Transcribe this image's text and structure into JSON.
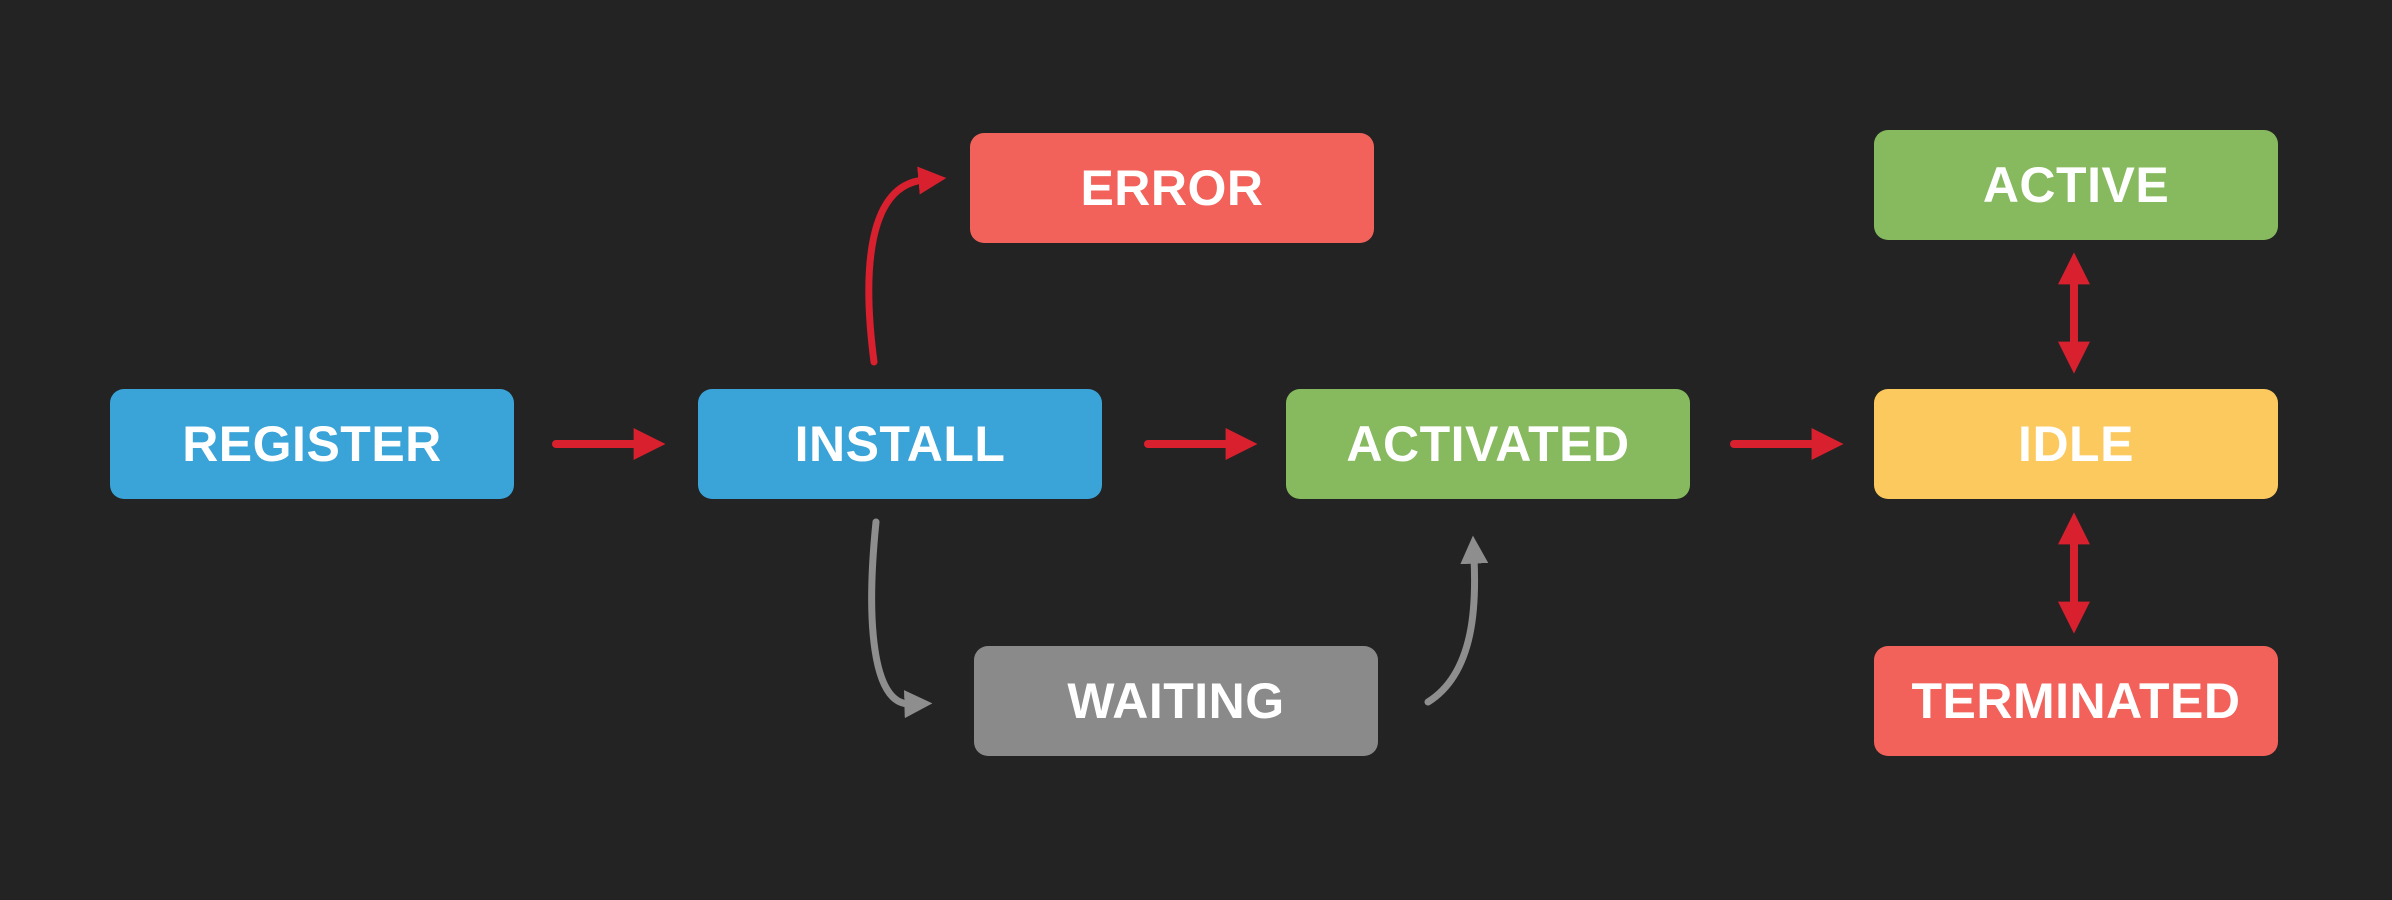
{
  "states": {
    "register": "REGISTER",
    "install": "INSTALL",
    "activated": "ACTIVATED",
    "idle": "IDLE",
    "error": "ERROR",
    "waiting": "WAITING",
    "active": "ACTIVE",
    "terminated": "TERMINATED"
  },
  "colors": {
    "background": "#232323",
    "blue": "#3aa3d8",
    "green": "#87ba5e",
    "red": "#f2625a",
    "yellow": "#fbc95e",
    "gray": "#8a8a8a",
    "arrow_red": "#d8202e",
    "arrow_gray": "#8e8e8e"
  },
  "transitions": [
    {
      "from": "REGISTER",
      "to": "INSTALL",
      "style": "red"
    },
    {
      "from": "INSTALL",
      "to": "ACTIVATED",
      "style": "red"
    },
    {
      "from": "ACTIVATED",
      "to": "IDLE",
      "style": "red"
    },
    {
      "from": "INSTALL",
      "to": "ERROR",
      "style": "red"
    },
    {
      "from": "INSTALL",
      "to": "WAITING",
      "style": "gray"
    },
    {
      "from": "WAITING",
      "to": "ACTIVATED",
      "style": "gray"
    },
    {
      "from": "IDLE",
      "to": "ACTIVE",
      "style": "red",
      "bidirectional": true
    },
    {
      "from": "IDLE",
      "to": "TERMINATED",
      "style": "red",
      "bidirectional": true
    }
  ]
}
